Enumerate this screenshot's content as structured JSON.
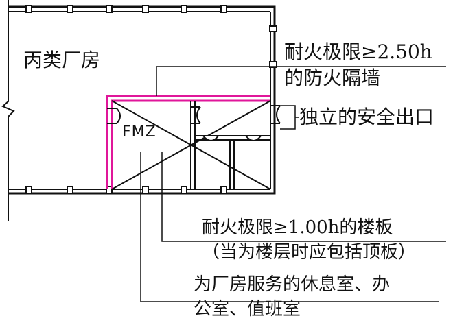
{
  "labels": {
    "room_type": "丙类厂房",
    "partition_wall_line1": "耐火极限≥2.50h",
    "partition_wall_line2": "的防火隔墙",
    "independent_exit": "独立的安全出口",
    "floor_slab_line1": "耐火极限≥1.00h的楼板",
    "floor_slab_line2": "（当为楼层时应包括顶板）",
    "auxiliary_rooms_line1": "为厂房服务的休息室、办",
    "auxiliary_rooms_line2": "公室、值班室",
    "fire_door_mark": "FMZ"
  },
  "colors": {
    "fire_wall": "#e0169a",
    "line": "#111111"
  }
}
